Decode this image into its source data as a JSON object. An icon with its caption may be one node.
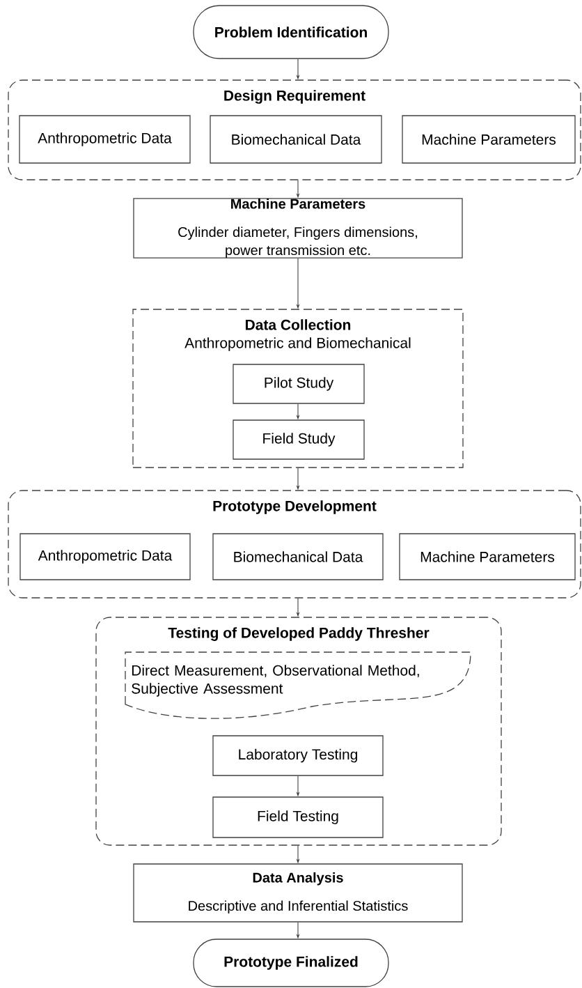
{
  "diagram": {
    "nodes": [
      {
        "text": [
          "Problem Identification"
        ]
      },
      {
        "text": [
          "Design Requirement"
        ]
      },
      {
        "text": [
          "Anthropometric Data"
        ],
        "in": 1
      },
      {
        "text": [
          "Biomechanical Data"
        ],
        "in": 1
      },
      {
        "text": [
          "Machine Parameters"
        ],
        "in": 1
      },
      {
        "text": [
          "Machine Parameters",
          "Cylinder diameter, Fingers dimensions, power transmission etc."
        ]
      },
      {
        "text": [
          "Data Collection",
          "Anthropometric and Biomechanical"
        ]
      },
      {
        "text": [
          "Pilot Study"
        ],
        "in": 6
      },
      {
        "text": [
          "Field Study"
        ],
        "in": 6
      },
      {
        "text": [
          "Prototype Development"
        ]
      },
      {
        "text": [
          "Anthropometric Data"
        ],
        "in": 9
      },
      {
        "text": [
          "Biomechanical Data"
        ],
        "in": 9
      },
      {
        "text": [
          "Machine Parameters"
        ],
        "in": 9
      },
      {
        "text": [
          "Testing of Developed Paddy Thresher"
        ]
      },
      {
        "text": [
          "Direct Measurement, Observational Method, Subjective Assessment"
        ],
        "in": 13
      },
      {
        "text": [
          "Laboratory Testing"
        ],
        "in": 13
      },
      {
        "text": [
          "Field Testing"
        ],
        "in": 13
      },
      {
        "text": [
          "Data Analysis",
          "Descriptive and Inferential Statistics"
        ]
      },
      {
        "text": [
          "Prototype Finalized"
        ]
      }
    ],
    "edges": [
      {
        "from": 0,
        "to": 1,
        "arrow": "to"
      },
      {
        "from": 1,
        "to": 5,
        "arrow": "to"
      },
      {
        "from": 5,
        "to": 6,
        "arrow": "to"
      },
      {
        "from": 7,
        "to": 8,
        "arrow": "to"
      },
      {
        "from": 6,
        "to": 9,
        "arrow": "to"
      },
      {
        "from": 9,
        "to": 13,
        "arrow": "to"
      },
      {
        "from": 15,
        "to": 16,
        "arrow": "to"
      },
      {
        "from": 13,
        "to": 17,
        "arrow": "to"
      },
      {
        "from": 17,
        "to": 18,
        "arrow": "to"
      }
    ]
  }
}
